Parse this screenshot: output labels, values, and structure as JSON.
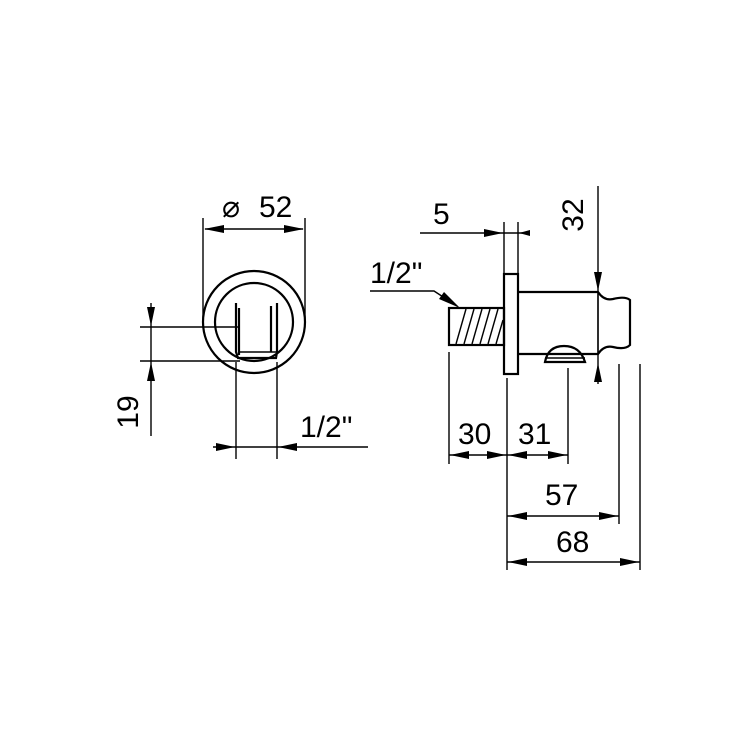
{
  "dimensions": {
    "diameter_symbol": "⌀",
    "diameter": "52",
    "front_height": "19",
    "front_thread": "1/2\"",
    "flange": "5",
    "outlet_height": "32",
    "side_thread": "1/2\"",
    "thread_length": "30",
    "outlet_distance": "31",
    "overall_57": "57",
    "overall_68": "68"
  },
  "colors": {
    "line": "#000000",
    "background": "#ffffff"
  }
}
